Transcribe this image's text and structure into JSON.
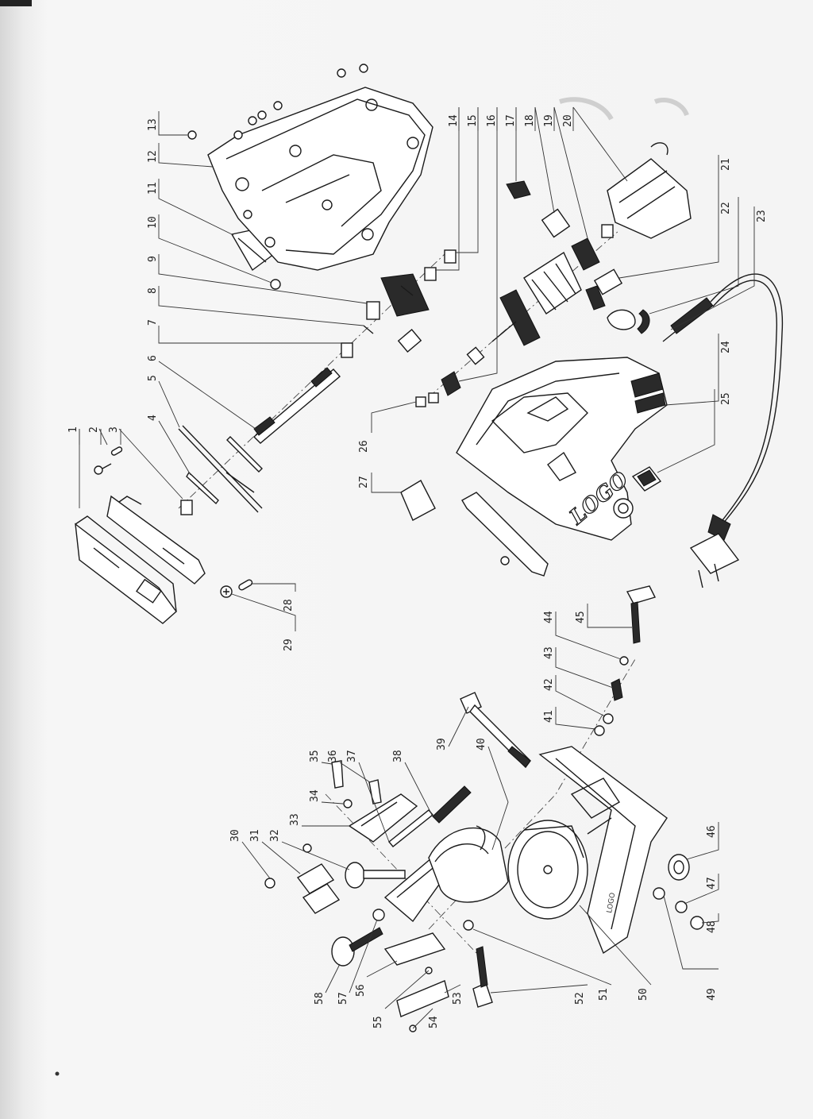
{
  "labels": [
    {
      "n": "1"
    },
    {
      "n": "2"
    },
    {
      "n": "3"
    },
    {
      "n": "4"
    },
    {
      "n": "5"
    },
    {
      "n": "6"
    },
    {
      "n": "7"
    },
    {
      "n": "8"
    },
    {
      "n": "9"
    },
    {
      "n": "10"
    },
    {
      "n": "11"
    },
    {
      "n": "12"
    },
    {
      "n": "13"
    },
    {
      "n": "14"
    },
    {
      "n": "15"
    },
    {
      "n": "16"
    },
    {
      "n": "17"
    },
    {
      "n": "18"
    },
    {
      "n": "19"
    },
    {
      "n": "20"
    },
    {
      "n": "21"
    },
    {
      "n": "22"
    },
    {
      "n": "23"
    },
    {
      "n": "24"
    },
    {
      "n": "25"
    },
    {
      "n": "26"
    },
    {
      "n": "27"
    },
    {
      "n": "28"
    },
    {
      "n": "29"
    },
    {
      "n": "30"
    },
    {
      "n": "31"
    },
    {
      "n": "32"
    },
    {
      "n": "33"
    },
    {
      "n": "34"
    },
    {
      "n": "35"
    },
    {
      "n": "36"
    },
    {
      "n": "37"
    },
    {
      "n": "38"
    },
    {
      "n": "39"
    },
    {
      "n": "40"
    },
    {
      "n": "41"
    },
    {
      "n": "42"
    },
    {
      "n": "43"
    },
    {
      "n": "44"
    },
    {
      "n": "45"
    },
    {
      "n": "46"
    },
    {
      "n": "47"
    },
    {
      "n": "48"
    },
    {
      "n": "49"
    },
    {
      "n": "50"
    },
    {
      "n": "51"
    },
    {
      "n": "52"
    },
    {
      "n": "53"
    },
    {
      "n": "54"
    },
    {
      "n": "55"
    },
    {
      "n": "56"
    },
    {
      "n": "57"
    },
    {
      "n": "58"
    }
  ],
  "housing_logo": "LOGO",
  "base_plate_logo": "LOGO",
  "colors": {
    "ink": "#1a1a1a",
    "paper": "#f4f4f4",
    "margin_shadow": "#d6d6d6"
  }
}
